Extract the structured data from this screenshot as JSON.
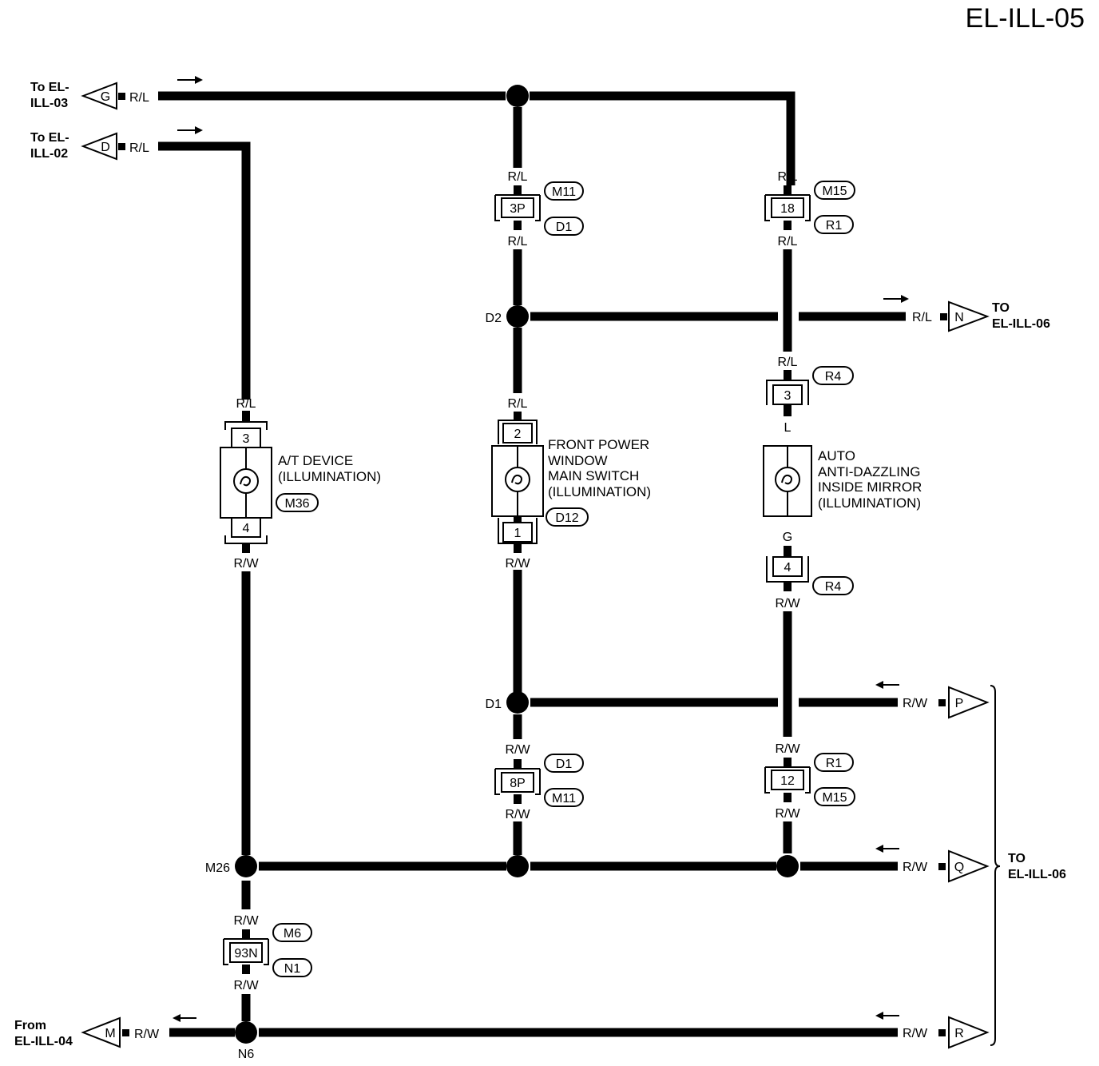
{
  "page_title": "EL-ILL-05",
  "connectors_offpage": {
    "G": {
      "letter": "G",
      "wire": "R/L",
      "text1": "To EL-",
      "text2": "ILL-03"
    },
    "D": {
      "letter": "D",
      "wire": "R/L",
      "text1": "To EL-",
      "text2": "ILL-02"
    },
    "N": {
      "letter": "N",
      "wire": "R/L",
      "text1": "TO",
      "text2": "EL-ILL-06"
    },
    "P": {
      "letter": "P",
      "wire": "R/W"
    },
    "Q": {
      "letter": "Q",
      "wire": "R/W"
    },
    "R": {
      "letter": "R",
      "wire": "R/W"
    },
    "M": {
      "letter": "M",
      "wire": "R/W",
      "text1": "From",
      "text2": "EL-ILL-04"
    },
    "pqr_group": {
      "text1": "TO",
      "text2": "EL-ILL-06"
    }
  },
  "joints": {
    "D2": "D2",
    "D1": "D1",
    "M26": "M26",
    "N6": "N6"
  },
  "wire_colors": {
    "rl": "R/L",
    "rw": "R/W",
    "l": "L",
    "g": "G"
  },
  "terminals": {
    "t3p": "3P",
    "t18": "18",
    "t8p": "8P",
    "t12": "12",
    "t93n": "93N",
    "atd_top": "3",
    "atd_bot": "4",
    "fpw_top": "2",
    "fpw_bot": "1",
    "mir_top": "3",
    "mir_bot": "4"
  },
  "connector_ids": {
    "m11": "M11",
    "d1": "D1",
    "m15": "M15",
    "r1": "R1",
    "r4": "R4",
    "m36": "M36",
    "d12": "D12",
    "m6": "M6",
    "n1": "N1"
  },
  "components": {
    "at_device": {
      "line1": "A/T DEVICE",
      "line2": "(ILLUMINATION)"
    },
    "front_power_window": {
      "line1": "FRONT POWER",
      "line2": "WINDOW",
      "line3": "MAIN SWITCH",
      "line4": "(ILLUMINATION)"
    },
    "mirror": {
      "line1": "AUTO",
      "line2": "ANTI-DAZZLING",
      "line3": "INSIDE MIRROR",
      "line4": "(ILLUMINATION)"
    }
  }
}
